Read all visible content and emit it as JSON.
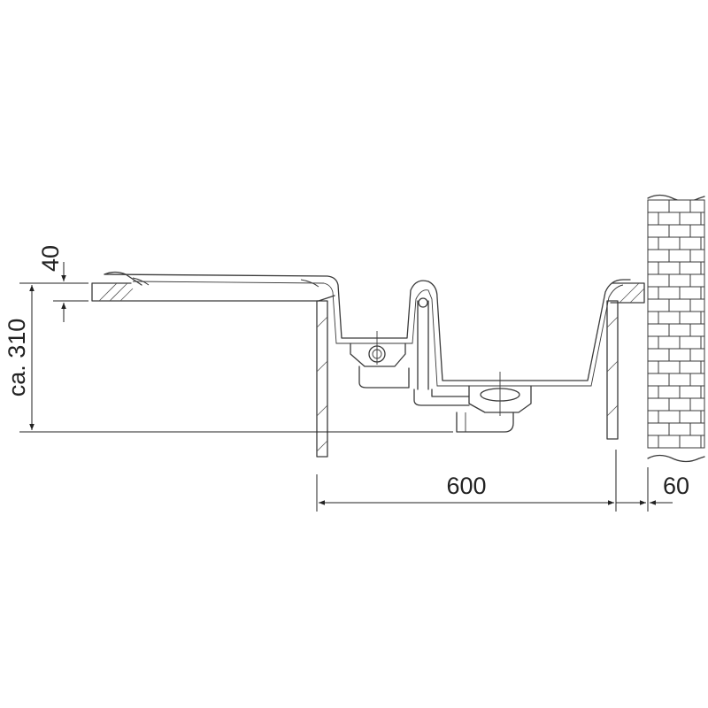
{
  "dimensions": {
    "bowl_depth": "ca. 310",
    "top_thickness": "40",
    "cabinet_width": "600",
    "wall_gap": "60"
  },
  "colors": {
    "line": "#3a3a3a",
    "background": "#ffffff"
  }
}
